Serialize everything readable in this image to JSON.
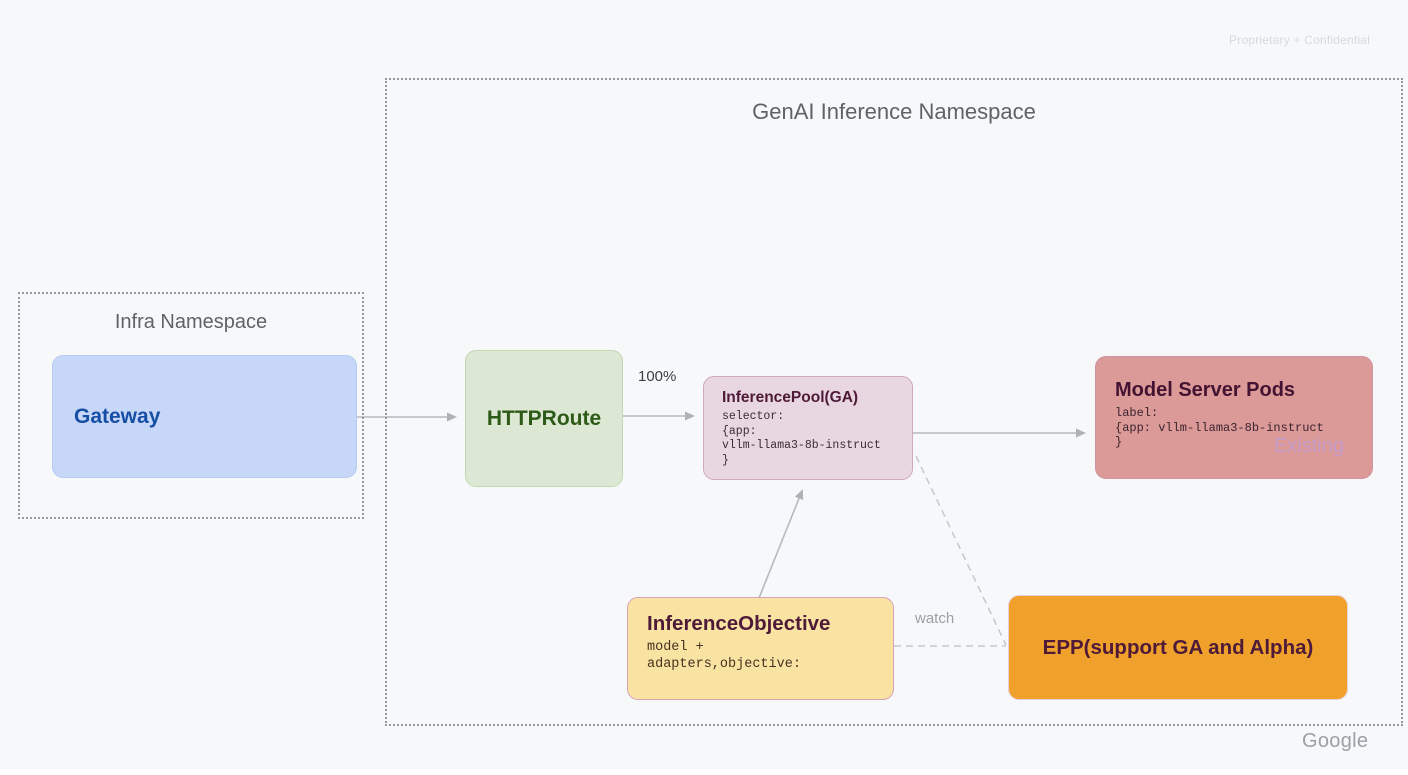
{
  "page": {
    "watermark": "Proprietary + Confidential",
    "brand": "Google"
  },
  "infra_namespace": {
    "title": "Infra Namespace",
    "gateway": {
      "label": "Gateway"
    }
  },
  "genai_namespace": {
    "title": "GenAI Inference Namespace",
    "httproute": {
      "label": "HTTPRoute"
    },
    "inference_pool": {
      "title": "InferencePool(GA)",
      "code_lines": [
        "selector:",
        "{app:",
        "vllm-llama3-8b-instruct",
        "}"
      ]
    },
    "model_server_pods": {
      "title": "Model Server Pods",
      "code_lines": [
        "label:",
        "{app: vllm-llama3-8b-instruct",
        "}"
      ],
      "status": "Existing"
    },
    "inference_objective": {
      "title": "InferenceObjective",
      "code_lines": [
        "model +",
        "adapters,objective:"
      ]
    },
    "epp": {
      "label": "EPP(support GA and Alpha)"
    },
    "edges": {
      "httproute_to_pool_label": "100%",
      "epp_watch_label": "watch"
    }
  },
  "colors": {
    "background": "#f7f8fa",
    "namespace_border": "#97999d",
    "gateway_fill": "#c7d7f7",
    "gateway_text": "#174ea6",
    "httproute_fill": "#dce8d3",
    "httproute_text": "#2e5a17",
    "inference_pool_fill": "#e8d6e0",
    "model_server_pods_fill": "#db9a97",
    "inference_objective_fill": "#f8e3a3",
    "epp_fill": "#efa12b",
    "dark_title_text": "#4e1a38",
    "existing_text": "#c49bc8",
    "arrow_gray": "#aeb1b6"
  }
}
